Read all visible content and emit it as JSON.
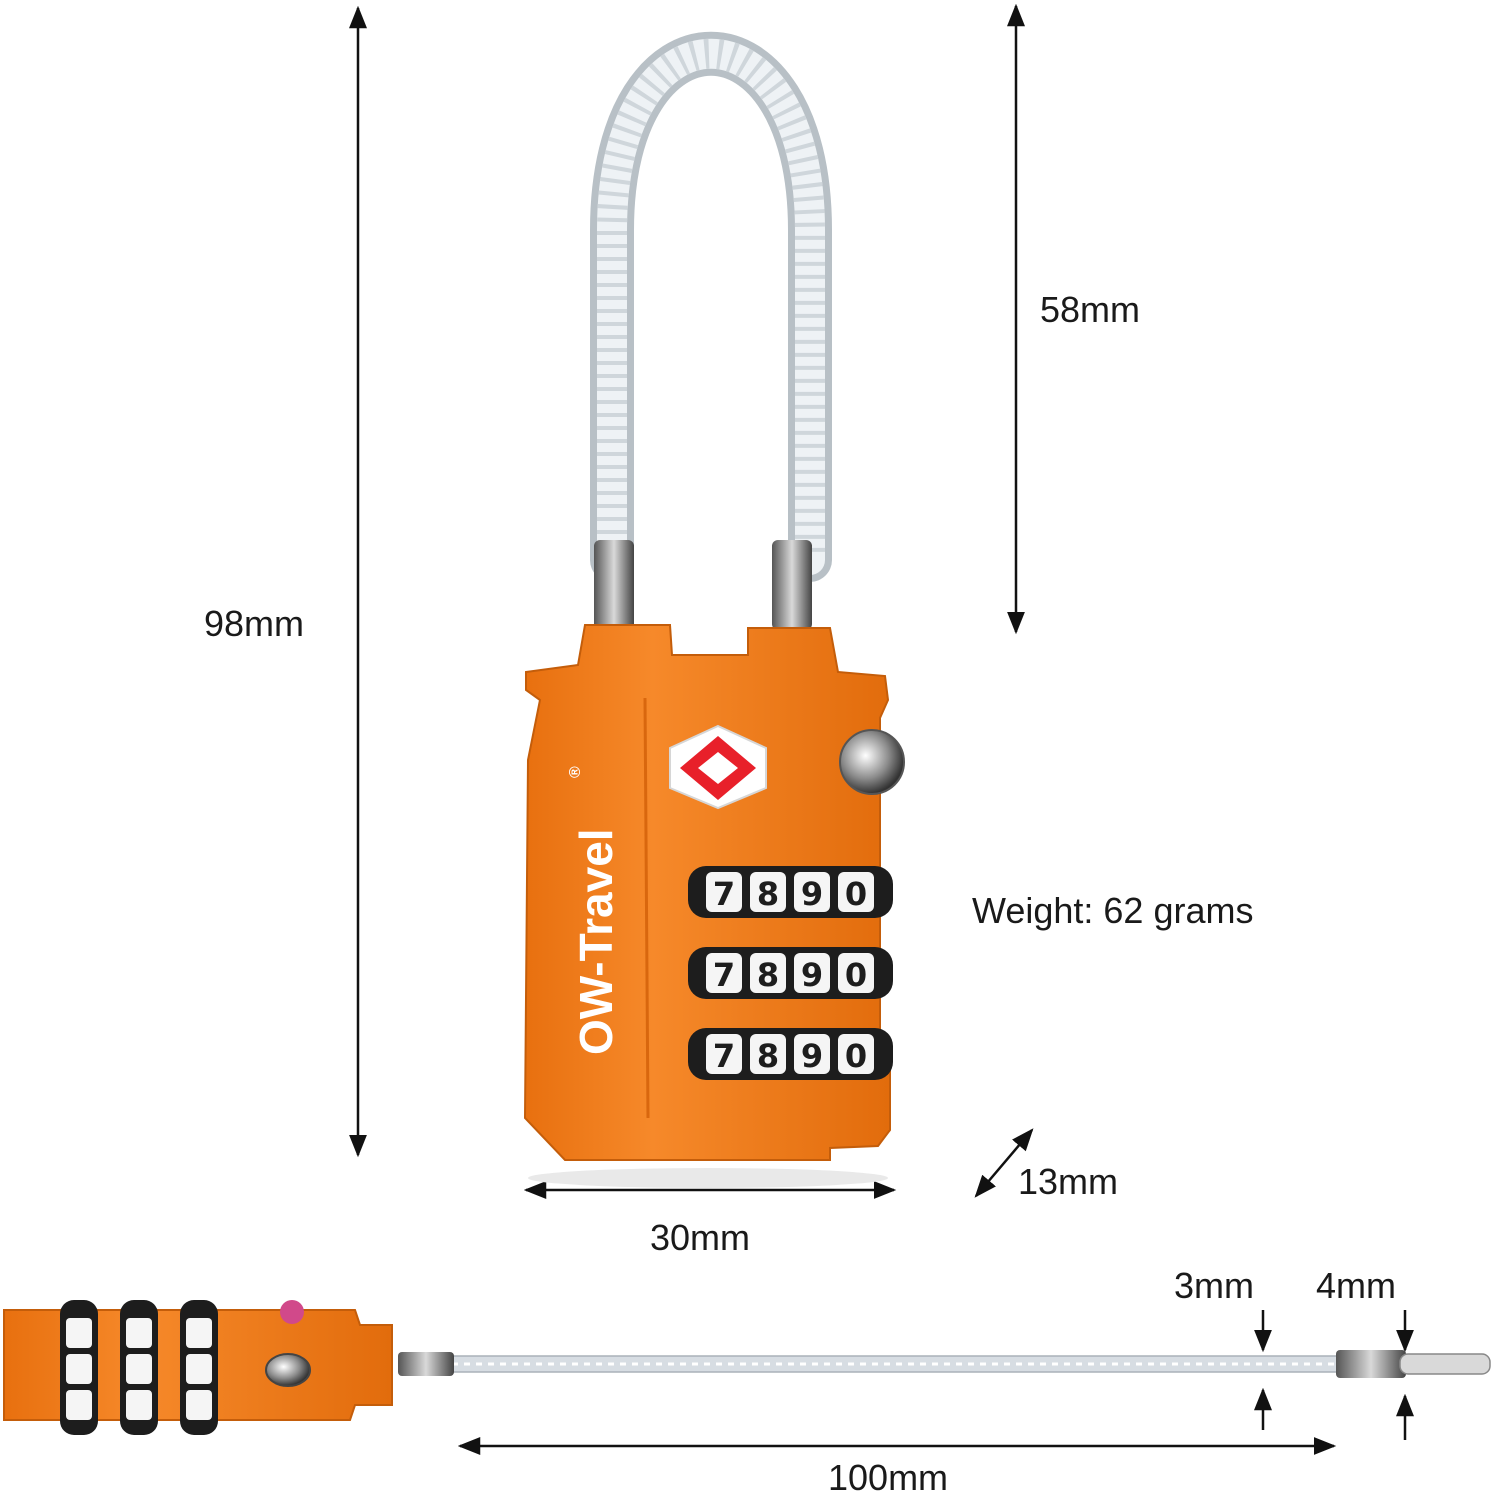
{
  "product": {
    "brand": "OW-Travel",
    "brand_mark": "®",
    "color": "#f07d1c",
    "cable_color": "#d8dde2",
    "dial_digits": [
      "7",
      "8",
      "9",
      "0"
    ]
  },
  "dimensions": {
    "total_height": "98mm",
    "shackle_height": "58mm",
    "width": "30mm",
    "depth": "13mm",
    "cable_length": "100mm",
    "cable_diameter": "3mm",
    "tip_diameter": "4mm"
  },
  "weight": "Weight: 62 grams"
}
